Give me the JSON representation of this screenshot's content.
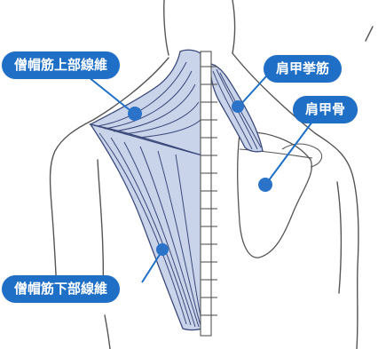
{
  "labels": {
    "trapezius_upper": "僧帽筋上部線維",
    "levator_scapulae": "肩甲挙筋",
    "scapula": "肩甲骨",
    "trapezius_lower": "僧帽筋下部線維"
  },
  "colors": {
    "label_bg": "#1f6fc6",
    "label_text": "#ffffff",
    "muscle_fill": "#c9d3ea",
    "muscle_stroke": "#3b4a7a",
    "outline": "#444444",
    "pointer_dot": "#2a73c9"
  }
}
